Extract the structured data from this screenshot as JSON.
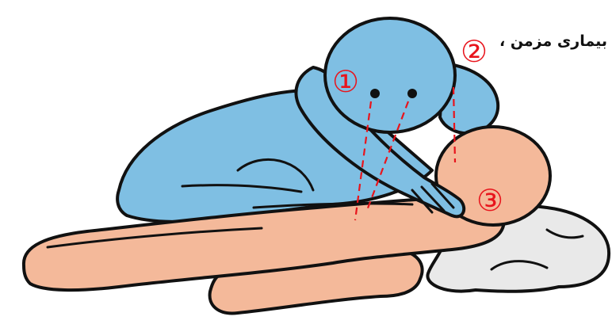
{
  "caption": {
    "text": "بیماری مزمن ،"
  },
  "markers": {
    "m1": "①",
    "m2": "②",
    "m3": "③"
  },
  "colors": {
    "outline": "#111111",
    "rescuer_fill": "#7fbfe3",
    "patient_fill": "#f4b99a",
    "pillow_fill": "#e9e9e9",
    "marker_red": "#e8141c"
  },
  "figures": [
    "rescuer",
    "patient",
    "pillow"
  ]
}
